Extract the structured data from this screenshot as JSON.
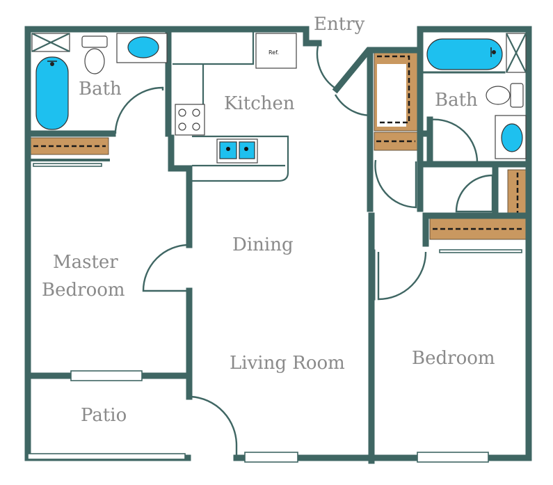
{
  "rooms": {
    "entry": "Entry",
    "bath_left": "Bath",
    "bath_right": "Bath",
    "kitchen": "Kitchen",
    "dining": "Dining",
    "master_line1": "Master",
    "master_line2": "Bedroom",
    "living": "Living Room",
    "bedroom": "Bedroom",
    "patio": "Patio"
  },
  "appliances": {
    "refrigerator": "Ref."
  },
  "colors": {
    "wall": "#3f6663",
    "water": "#1ec0ef",
    "closet": "#c99860",
    "label": "#8a8a8a"
  }
}
